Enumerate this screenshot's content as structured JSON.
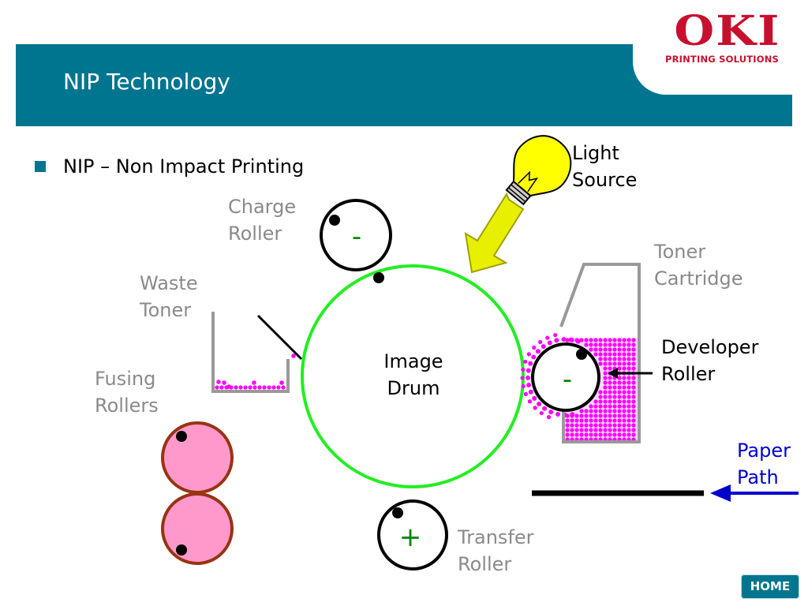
{
  "header": {
    "title": "NIP Technology",
    "logo": {
      "text": "OKI",
      "subtitle": "PRINTING SOLUTIONS",
      "color": "#c8102e"
    },
    "band_color": "#007590"
  },
  "bullets": [
    {
      "text": "NIP – Non Impact Printing"
    }
  ],
  "diagram": {
    "labels": {
      "light_source": [
        "Light",
        "Source"
      ],
      "charge_roller": [
        "Charge",
        "Roller"
      ],
      "waste_toner": [
        "Waste",
        "Toner"
      ],
      "fusing_rollers": [
        "Fusing",
        "Rollers"
      ],
      "image_drum": [
        "Image",
        "Drum"
      ],
      "toner_cartridge": [
        "Toner",
        "Cartridge"
      ],
      "developer_roller": [
        "Developer",
        "Roller"
      ],
      "paper_path": [
        "Paper",
        "Path"
      ],
      "transfer_roller": [
        "Transfer",
        "Roller"
      ]
    },
    "charge_sign": "-",
    "developer_sign": "-",
    "transfer_sign": "+",
    "colors": {
      "drum": "#22ee22",
      "toner": "#ff00ff",
      "fuser_fill": "#ff99cc",
      "fuser_stroke": "#993311",
      "bulb": "#ffff00",
      "arrow": "#e8f000",
      "paper_arrow": "#0000cc",
      "sign": "#008800"
    }
  },
  "navigation": {
    "home_label": "HOME"
  }
}
